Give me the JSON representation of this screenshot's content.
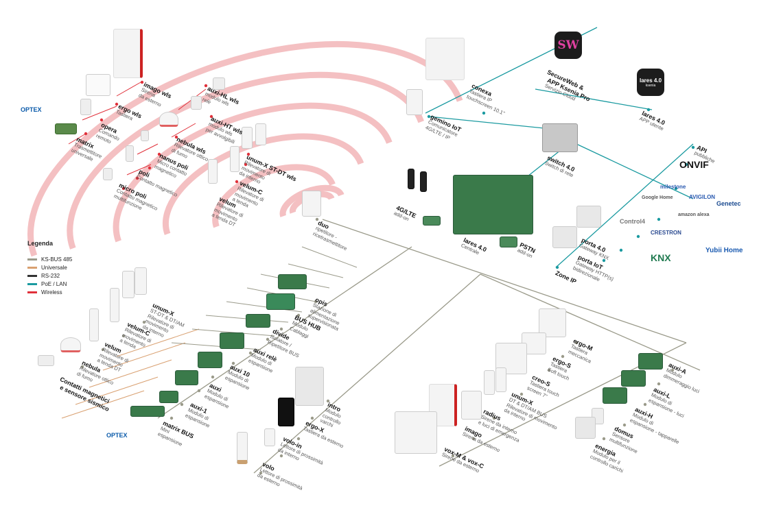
{
  "colors": {
    "wireless": "#e0303a",
    "poe": "#1a9aa0",
    "bus485": "#9a9a8a",
    "universale": "#d9a070",
    "rs232": "#333333"
  },
  "legend": {
    "title": "Legenda",
    "items": [
      {
        "label": "KS-BUS 485",
        "color": "#9a9a8a"
      },
      {
        "label": "Universale",
        "color": "#d9a070"
      },
      {
        "label": "RS-232",
        "color": "#333333"
      },
      {
        "label": "PoE / LAN",
        "color": "#1a9aa0"
      },
      {
        "label": "Wireless",
        "color": "#e0303a"
      }
    ]
  },
  "wireless_devices": [
    {
      "name": "imago wls",
      "desc": [
        "Sirena",
        "da esterno"
      ]
    },
    {
      "name": "ergo wls",
      "desc": [
        "Tastiera"
      ]
    },
    {
      "name": "opera",
      "desc": [
        "Comando",
        "remoto"
      ]
    },
    {
      "name": "matrix",
      "desc": [
        "Trasmettitore",
        "universale"
      ]
    },
    {
      "name": "auxi-HL wls",
      "desc": [
        "modulo wls",
        "relè"
      ]
    },
    {
      "name": "auxi-HT wls",
      "desc": [
        "modulo wls",
        "per avvolgibili"
      ]
    },
    {
      "name": "nebula wls",
      "desc": [
        "Rilevatore ottico",
        "di fumo"
      ]
    },
    {
      "name": "nanus poli",
      "desc": [
        "Micro contatto",
        "magnetico"
      ]
    },
    {
      "name": "poli",
      "desc": [
        "Contatto magnetico"
      ]
    },
    {
      "name": "micro poli",
      "desc": [
        "Contatto magnetico",
        "multifunzione"
      ]
    },
    {
      "name": "unum-X ST-DT wls",
      "desc": [
        "Rilevatore di",
        "movimento",
        "da interno"
      ]
    },
    {
      "name": "velum-C",
      "desc": [
        "Rilevatore di",
        "movimento",
        "a tenda"
      ]
    },
    {
      "name": "velum",
      "desc": [
        "Rilevatore di",
        "movimento",
        "a tenda DT"
      ]
    },
    {
      "name": "duo",
      "desc": [
        "ripetitore -",
        "ricetrasmettitore"
      ]
    }
  ],
  "core": [
    {
      "name": "conexa",
      "desc": [
        "Tastiera IP",
        "touchscreen 10.1\""
      ]
    },
    {
      "name": "gemino IoT",
      "desc": [
        "Comunicatore",
        "4G/LTE / IP"
      ]
    },
    {
      "name": "SecureWeb &",
      "desc": []
    },
    {
      "name": "APP Ksenia Pro",
      "desc": [
        "Servizio Cloud"
      ]
    },
    {
      "name": "lares 4.0",
      "desc": [
        "APP utente"
      ]
    },
    {
      "name": "switch 4.0",
      "desc": [
        "Switch di rete"
      ]
    },
    {
      "name": "API",
      "desc": [
        "pubbliche"
      ]
    },
    {
      "name": "4G/LTE",
      "desc": [
        "add-on"
      ]
    },
    {
      "name": "lares 4.0",
      "desc": [
        "Centrale"
      ]
    },
    {
      "name": "PSTN",
      "desc": [
        "add-on"
      ]
    },
    {
      "name": "porta 4.0",
      "desc": [
        "Gateway KNX"
      ]
    },
    {
      "name": "porta IoT",
      "desc": [
        "Gateway HTTP(s)",
        "bidirezionale"
      ]
    },
    {
      "name": "Zone IP",
      "desc": []
    }
  ],
  "partners": [
    "ONVIF",
    "milestone",
    "AVIGILON",
    "Genetec",
    "Google Home",
    "amazon alexa",
    "Control4",
    "CRESTRON",
    "Yubii Home",
    "KNX",
    "OPTEX",
    "OPTEX"
  ],
  "app_icons": {
    "sw_label": "SW",
    "lares_label": "lares 4.0",
    "lares_sub": "ksenia"
  },
  "bus_devices": [
    {
      "name": "opis",
      "desc": [
        "Stazione di",
        "alimentazione",
        "supervisionata"
      ]
    },
    {
      "name": "BUS HUB",
      "desc": [
        "Modulo",
        "Cablaggi"
      ]
    },
    {
      "name": "divide",
      "desc": [
        "Isolatore /",
        "Ripetitore BUS"
      ]
    },
    {
      "name": "auxi relè",
      "desc": [
        "Modulo di",
        "espansione"
      ]
    },
    {
      "name": "auxi 10",
      "desc": [
        "Modulo di",
        "espansione"
      ]
    },
    {
      "name": "auxi",
      "desc": [
        "Modulo di",
        "espansione"
      ]
    },
    {
      "name": "auxi-1",
      "desc": [
        "Modulo di",
        "espansione"
      ]
    },
    {
      "name": "matrix BUS",
      "desc": [
        "Mini",
        "espansione"
      ]
    },
    {
      "name": "unum-X",
      "desc": [
        "ST-DT & DT/AM",
        "Rilevatore di",
        "movimento",
        "da interno"
      ]
    },
    {
      "name": "velum-C",
      "desc": [
        "Rilevatore di",
        "movimento",
        "a tenda"
      ]
    },
    {
      "name": "velum",
      "desc": [
        "Rilevatore di",
        "movimento",
        "a tenda DT"
      ]
    },
    {
      "name": "nebula",
      "desc": [
        "Rilevatore ottico",
        "di fumo"
      ]
    },
    {
      "name": "Contatti magnetici",
      "desc": []
    },
    {
      "name": "e sensore sismico",
      "desc": []
    },
    {
      "name": "intro",
      "desc": [
        "Modulo",
        "controllo",
        "varchi"
      ]
    },
    {
      "name": "ergo-X",
      "desc": [
        "Tastiera da esterno"
      ]
    },
    {
      "name": "volo-in",
      "desc": [
        "Lettore di prossimità",
        "da interno"
      ]
    },
    {
      "name": "volo",
      "desc": [
        "Lettore di prossimità",
        "da esterno"
      ]
    },
    {
      "name": "ergo-M",
      "desc": [
        "Tastiera",
        "meccanica"
      ]
    },
    {
      "name": "ergo-S",
      "desc": [
        "Tastiera",
        "Soft touch"
      ]
    },
    {
      "name": "creo-S",
      "desc": [
        "Tastiera touch",
        "screen 7\""
      ]
    },
    {
      "name": "unum-X",
      "desc": [
        "DT & DT/AM BUS",
        "Rilevatore di movimento",
        "da interno"
      ]
    },
    {
      "name": "radius",
      "desc": [
        "Sirene da interno",
        "e luci di emergenza"
      ]
    },
    {
      "name": "imago",
      "desc": [
        "Sirena da esterno"
      ]
    },
    {
      "name": "vox-M & vox-C",
      "desc": [
        "Sirene da esterno"
      ]
    },
    {
      "name": "auxi-A",
      "desc": [
        "Modulo",
        "dimmeraggio luci"
      ]
    },
    {
      "name": "auxi-L",
      "desc": [
        "Modulo di",
        "espansione - luci"
      ]
    },
    {
      "name": "auxi-H",
      "desc": [
        "Modulo di",
        "espansione - tapparelle"
      ]
    },
    {
      "name": "domus",
      "desc": [
        "Sensore",
        "multifunzione"
      ]
    },
    {
      "name": "energia",
      "desc": [
        "Modulo per il",
        "controllo carichi"
      ]
    }
  ]
}
